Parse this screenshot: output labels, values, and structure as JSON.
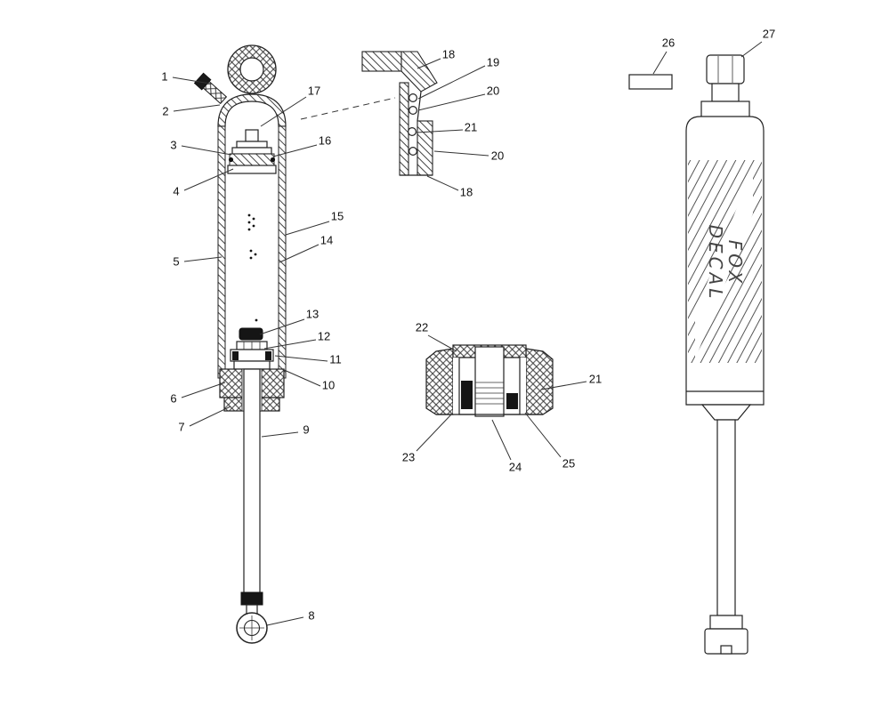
{
  "figure": {
    "background": "#ffffff",
    "line_color": "#222222",
    "hatch_color": "#444444",
    "decal": {
      "line1": "FOX",
      "line2": "DECAL"
    },
    "callouts": {
      "n1": "1",
      "n2": "2",
      "n3": "3",
      "n4": "4",
      "n5": "5",
      "n6": "6",
      "n7": "7",
      "n8": "8",
      "n9": "9",
      "n10": "10",
      "n11": "11",
      "n12": "12",
      "n13": "13",
      "n14": "14",
      "n15": "15",
      "n16": "16",
      "n17": "17",
      "n18a": "18",
      "n19": "19",
      "n20a": "20",
      "n21a": "21",
      "n20b": "20",
      "n18b": "18",
      "n22": "22",
      "n21b": "21",
      "n23": "23",
      "n24": "24",
      "n25": "25",
      "n26": "26",
      "n27": "27"
    }
  }
}
